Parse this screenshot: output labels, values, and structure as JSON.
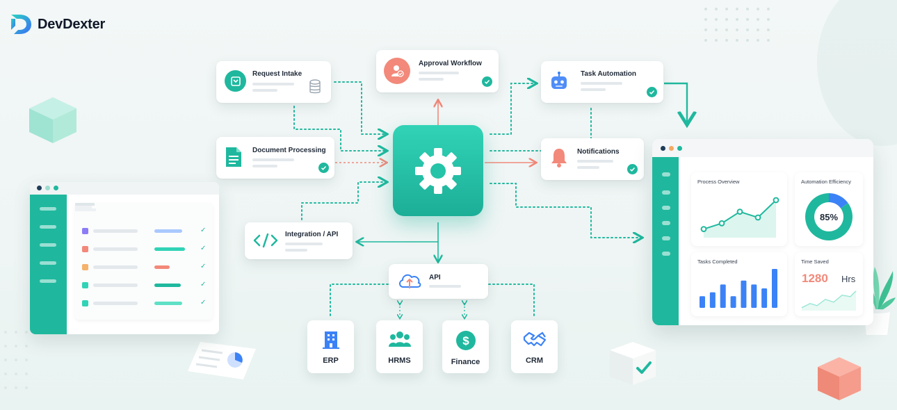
{
  "brand": {
    "name": "DevDexter"
  },
  "colors": {
    "teal": "#1fb89e",
    "teal_light": "#31d3b6",
    "coral": "#f2897a",
    "blue": "#3b82f6",
    "text": "#1f2937"
  },
  "workflow_cards": {
    "request_intake": {
      "title": "Request Intake",
      "icon": "inbox-icon",
      "secondary_icon": "database-icon"
    },
    "approval_workflow": {
      "title": "Approval Workflow",
      "icon": "user-check-icon",
      "status": "check-icon"
    },
    "task_automation": {
      "title": "Task Automation",
      "icon": "robot-icon",
      "status": "check-icon"
    },
    "document_processing": {
      "title": "Document Processing",
      "icon": "document-icon",
      "status": "check-icon"
    },
    "notifications": {
      "title": "Notifications",
      "icon": "bell-icon",
      "status": "check-icon"
    },
    "integration_api": {
      "title": "Integration / API",
      "icon": "code-icon"
    },
    "api": {
      "title": "API",
      "icon": "cloud-upload-icon"
    }
  },
  "hub": {
    "icon": "gear-icon"
  },
  "systems": [
    {
      "label": "ERP",
      "icon": "building-icon"
    },
    {
      "label": "HRMS",
      "icon": "people-icon"
    },
    {
      "label": "Finance",
      "icon": "dollar-icon"
    },
    {
      "label": "CRM",
      "icon": "handshake-icon"
    }
  ],
  "dashboard": {
    "process_overview": {
      "title": "Process Overview",
      "chart_data": {
        "type": "area",
        "values": [
          1,
          2,
          4,
          3,
          6
        ]
      }
    },
    "automation_efficiency": {
      "title": "Automation Efficiency",
      "value_label": "85%",
      "chart_data": {
        "type": "pie",
        "values": [
          85,
          15
        ]
      }
    },
    "tasks_completed": {
      "title": "Tasks Completed",
      "chart_data": {
        "type": "bar",
        "values": [
          3,
          4,
          6,
          3,
          7,
          6,
          5,
          10
        ]
      }
    },
    "time_saved": {
      "title": "Time Saved",
      "value": "1280",
      "unit": "Hrs"
    }
  }
}
